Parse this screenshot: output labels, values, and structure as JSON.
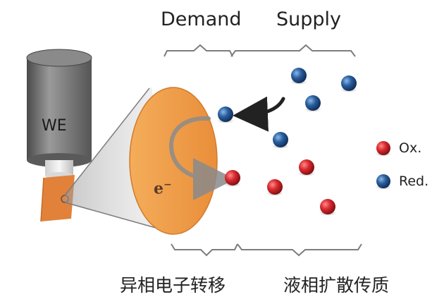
{
  "labels": {
    "demand": "Demand",
    "supply": "Supply",
    "electrode": "WE",
    "electron": "e",
    "electron_charge": "−",
    "left_caption": "异相电子转移",
    "right_caption": "液相扩散传质"
  },
  "legend": {
    "ox": "Ox.",
    "red": "Red."
  },
  "colors": {
    "ox": "#c21a1f",
    "red": "#1d4f86",
    "electrode_surface": "#f0a04a",
    "electrode_tip": "#e2813a",
    "electrode_body": "#6b6b6b",
    "bracket": "#7d7d7d"
  }
}
